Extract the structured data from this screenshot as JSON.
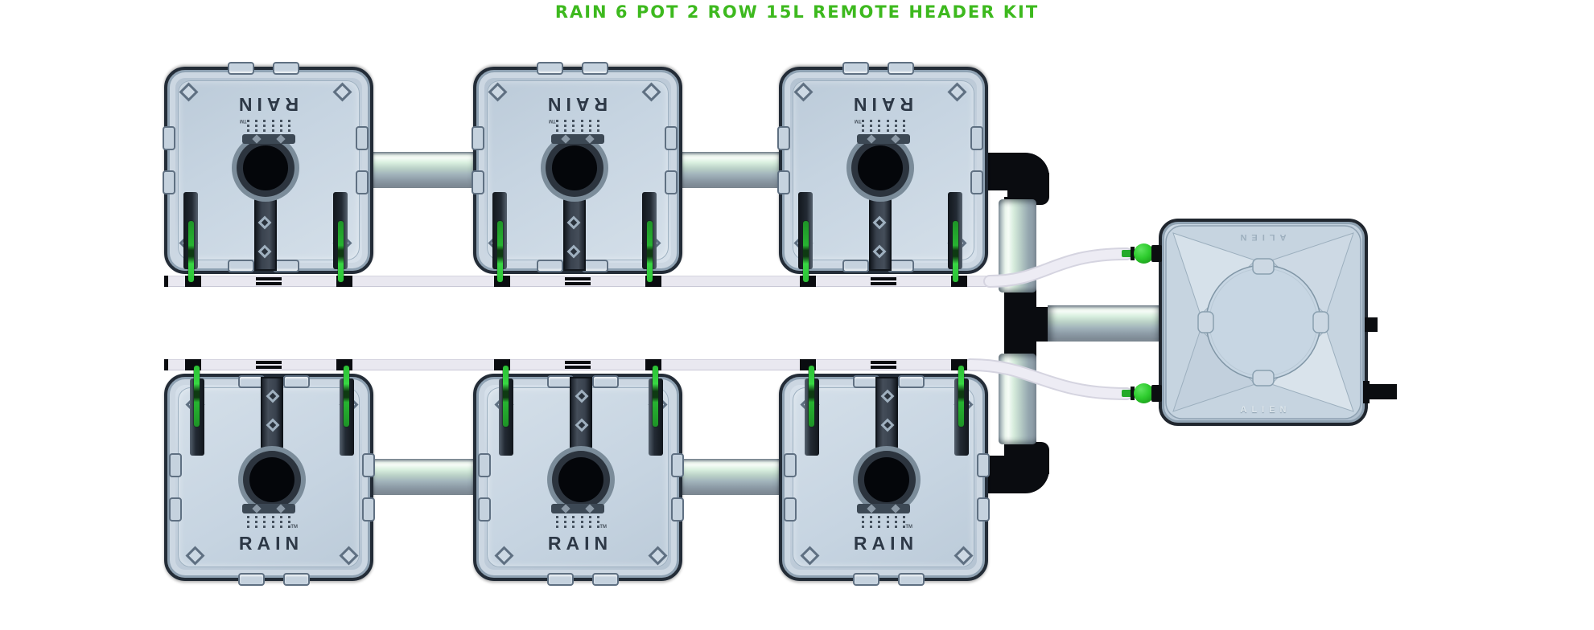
{
  "title": "RAIN 6 POT 2 ROW 15L REMOTE HEADER KIT",
  "branding": {
    "pot_brand": "RAIN",
    "pot_trademark": "TM",
    "tank_brand": "ALIEN"
  },
  "system": {
    "pot_count": 6,
    "rows": 2,
    "pots_per_row": 3,
    "pot_volume": "15L",
    "kit_type": "REMOTE HEADER KIT"
  },
  "colors": {
    "accent": "#3db91e",
    "clip-green": "#2bbf35",
    "valve-green": "#2ecc2e",
    "pipe-black": "#0a0c10",
    "tube-white": "#e9e8f0",
    "pot-body": "#c6d3e0",
    "tank-body": "#c4d3e0",
    "metal-pipe-tint": "#d9efdf"
  }
}
